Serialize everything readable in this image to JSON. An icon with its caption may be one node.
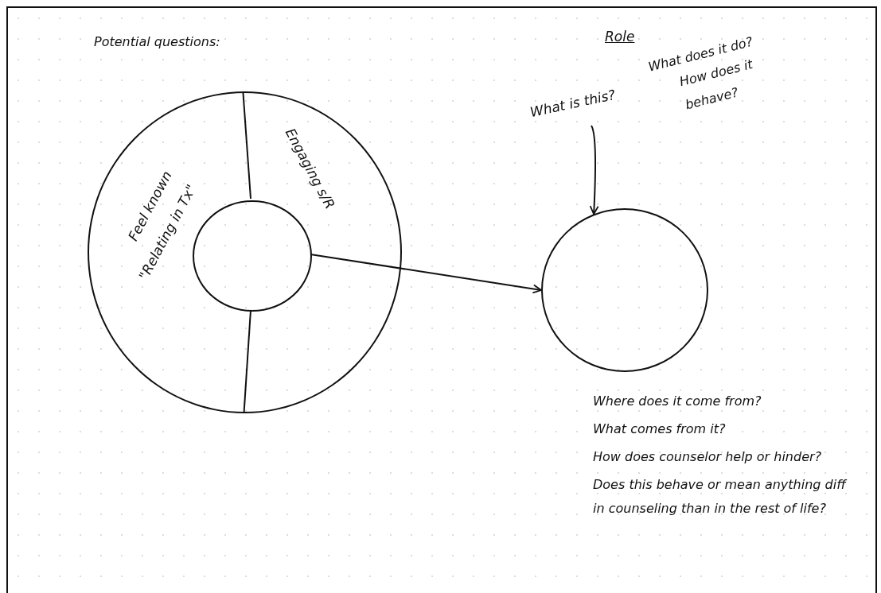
{
  "diagram": {
    "nodes": [
      {
        "text": [
          "Feel known",
          "\"Relating in Tx\"",
          "Engaging s/R"
        ]
      },
      {
        "text": [],
        "shape": "circle",
        "in": 0
      },
      {
        "text": [],
        "shape": "circle"
      },
      {
        "text": [
          "What is this?"
        ]
      }
    ],
    "edges": [
      {
        "from": 1,
        "to": 2,
        "arrow": "to"
      },
      {
        "from": 3,
        "to": 2,
        "arrow": "to"
      }
    ],
    "labels": [
      "Potential questions:",
      "Role",
      "What does it do?",
      "How does it behave?",
      "Where does it come from?",
      "What comes from it?",
      "How does counselor help or hinder?",
      "Does this behave or mean anything diff in counseling than in the rest of life?"
    ]
  }
}
